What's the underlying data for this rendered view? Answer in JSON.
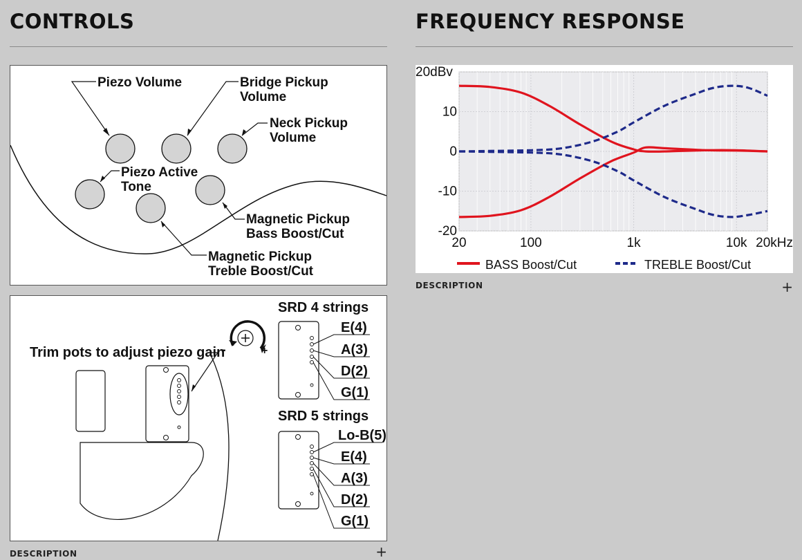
{
  "controls": {
    "title": "CONTROLS",
    "panel1": {
      "labels": {
        "piezo_volume": "Piezo Volume",
        "bridge_pickup_l1": "Bridge Pickup",
        "bridge_pickup_l2": "Volume",
        "neck_pickup_l1": "Neck Pickup",
        "neck_pickup_l2": "Volume",
        "piezo_tone_l1": "Piezo Active",
        "piezo_tone_l2": "Tone",
        "bass_l1": "Magnetic Pickup",
        "bass_l2": "Bass Boost/Cut",
        "treble_l1": "Magnetic Pickup",
        "treble_l2": "Treble Boost/Cut"
      }
    },
    "panel2": {
      "trim_label": "Trim pots to adjust piezo gain",
      "minus": "-",
      "plus": "+",
      "srd4_title": "SRD 4 strings",
      "srd4_strings": [
        "E(4)",
        "A(3)",
        "D(2)",
        "G(1)"
      ],
      "srd5_title": "SRD 5 strings",
      "srd5_strings": [
        "Lo-B(5)",
        "E(4)",
        "A(3)",
        "D(2)",
        "G(1)"
      ]
    },
    "description_label": "DESCRIPTION",
    "description_plus": "+"
  },
  "frequency": {
    "title": "FREQUENCY RESPONSE",
    "description_label": "DESCRIPTION",
    "description_plus": "+"
  },
  "chart_data": {
    "type": "line",
    "x_scale": "log",
    "xlim": [
      20,
      20000
    ],
    "ylim": [
      -20,
      20
    ],
    "x_ticks": [
      20,
      100,
      1000,
      10000,
      20000
    ],
    "x_tick_labels": [
      "20",
      "100",
      "1k",
      "10k",
      "20kHz"
    ],
    "y_ticks": [
      20,
      10,
      0,
      -10,
      -20
    ],
    "y_tick_labels": [
      "20dBv",
      "10",
      "0",
      "-10",
      "-20"
    ],
    "grid": true,
    "legend_position": "bottom",
    "colors": {
      "bass": "#e0141e",
      "treble": "#1e2a8a",
      "plot_bg": "#ebebee"
    },
    "series": [
      {
        "name": "BASS Boost/Cut",
        "style": "solid",
        "curves": [
          {
            "x": [
              20,
              40,
              80,
              150,
              300,
              600,
              1000,
              1300,
              2000,
              5000,
              10000,
              20000
            ],
            "y": [
              16.5,
              16.2,
              14.8,
              11.5,
              6.8,
              2.5,
              0.5,
              0,
              0,
              0.3,
              0.3,
              0
            ]
          },
          {
            "x": [
              20,
              40,
              80,
              150,
              300,
              600,
              1000,
              1300,
              2000,
              5000,
              10000,
              20000
            ],
            "y": [
              -16.5,
              -16.2,
              -14.8,
              -11.5,
              -6.8,
              -2.5,
              -0.3,
              1,
              0.8,
              0.3,
              0.2,
              0
            ]
          }
        ]
      },
      {
        "name": "TREBLE Boost/Cut",
        "style": "dashed",
        "curves": [
          {
            "x": [
              20,
              100,
              200,
              400,
              700,
              1000,
              2000,
              4000,
              6000,
              9000,
              13000,
              20000
            ],
            "y": [
              0,
              0.3,
              0.8,
              2.5,
              5,
              7.3,
              11.5,
              14.5,
              16,
              16.5,
              16,
              14
            ]
          },
          {
            "x": [
              20,
              100,
              200,
              400,
              700,
              1000,
              2000,
              4000,
              6000,
              9000,
              13000,
              20000
            ],
            "y": [
              0,
              -0.3,
              -0.8,
              -2.5,
              -5,
              -7.3,
              -11.5,
              -14.5,
              -16,
              -16.5,
              -16,
              -15
            ]
          }
        ]
      }
    ]
  }
}
